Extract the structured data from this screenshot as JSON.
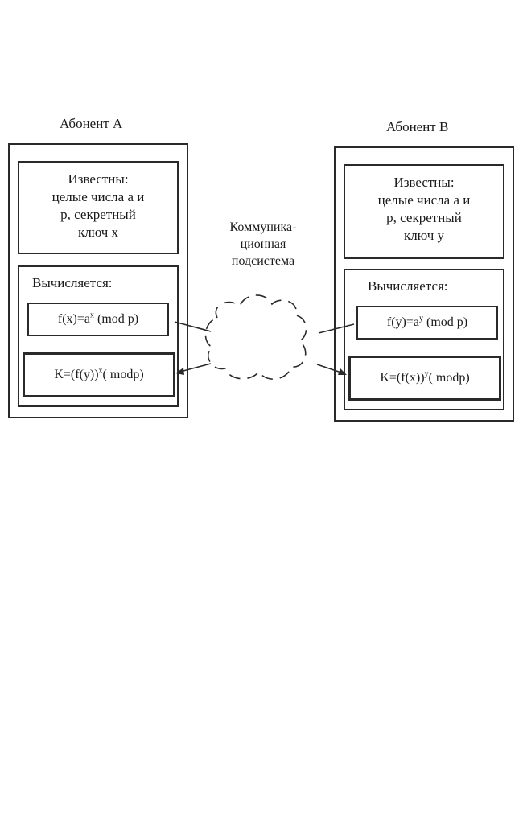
{
  "subscriber_a": {
    "title": "Абонент А",
    "known_lines": [
      "Известны:",
      "целые числа а и",
      "р, секретный",
      "ключ х"
    ],
    "compute_label": "Вычисляется:",
    "f_prefix": "f(x)=a",
    "f_exp": "x",
    "f_suffix": " (mod p)",
    "k_prefix": "K=(f(y))",
    "k_exp": "x",
    "k_suffix": "( modp)"
  },
  "subscriber_b": {
    "title": "Абонент В",
    "known_lines": [
      "Известны:",
      "целые числа а и",
      "р, секретный",
      "ключ у"
    ],
    "compute_label": "Вычисляется:",
    "f_prefix": "f(y)=a",
    "f_exp": "y",
    "f_suffix": " (mod p)",
    "k_prefix": "K=(f(x))",
    "k_exp": "y",
    "k_suffix": "( modp)"
  },
  "network": {
    "lines": [
      "Коммуника-",
      "ционная",
      "подсистема"
    ]
  }
}
